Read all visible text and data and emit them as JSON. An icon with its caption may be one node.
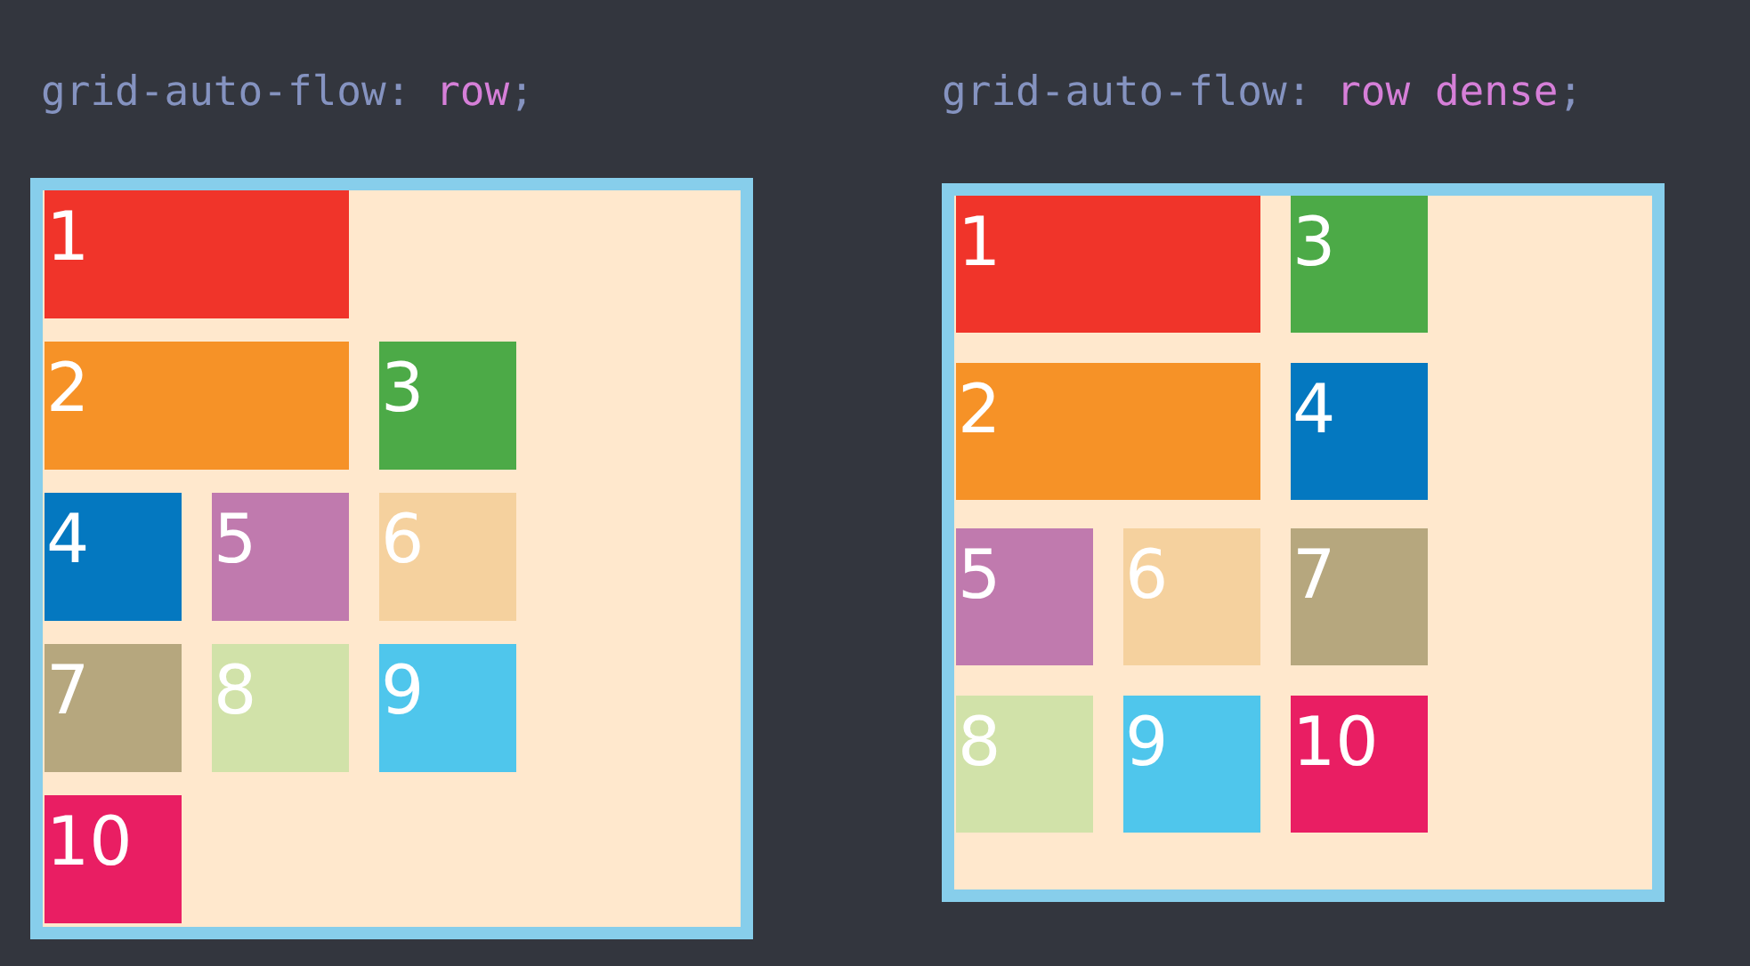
{
  "diagram": {
    "nodes": [
      {
        "text": [],
        "shape": "box"
      },
      {
        "text": [
          "1"
        ],
        "in": 0
      },
      {
        "text": [
          "2"
        ],
        "in": 0
      },
      {
        "text": [
          "3"
        ],
        "in": 0
      },
      {
        "text": [
          "4"
        ],
        "in": 0
      },
      {
        "text": [
          "5"
        ],
        "in": 0
      },
      {
        "text": [
          "6"
        ],
        "in": 0
      },
      {
        "text": [
          "7"
        ],
        "in": 0
      },
      {
        "text": [
          "8"
        ],
        "in": 0
      },
      {
        "text": [
          "9"
        ],
        "in": 0
      },
      {
        "text": [
          "10"
        ],
        "in": 0
      },
      {
        "text": [],
        "shape": "box"
      },
      {
        "text": [
          "1"
        ],
        "in": 11
      },
      {
        "text": [
          "2"
        ],
        "in": 11
      },
      {
        "text": [
          "3"
        ],
        "in": 11
      },
      {
        "text": [
          "4"
        ],
        "in": 11
      },
      {
        "text": [
          "5"
        ],
        "in": 11
      },
      {
        "text": [
          "6"
        ],
        "in": 11
      },
      {
        "text": [
          "7"
        ],
        "in": 11
      },
      {
        "text": [
          "8"
        ],
        "in": 11
      },
      {
        "text": [
          "9"
        ],
        "in": 11
      },
      {
        "text": [
          "10"
        ],
        "in": 11
      }
    ],
    "labels": [
      "grid-auto-flow: row;",
      "grid-auto-flow: row dense;"
    ]
  }
}
